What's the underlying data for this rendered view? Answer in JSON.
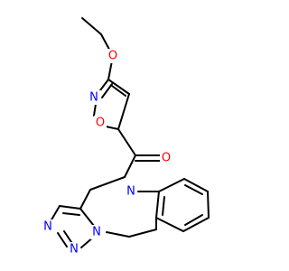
{
  "colors": {
    "bond": "#000000",
    "O": "#ff0000",
    "N": "#0000ff",
    "background": "#ffffff"
  },
  "atom_labels": {
    "o_ether": "O",
    "o_isox": "O",
    "n_isox": "N",
    "o_carbonyl": "O",
    "n_amide": "N",
    "n_tri_1": "N",
    "n_tri_2": "N",
    "n_tri_3": "N"
  }
}
